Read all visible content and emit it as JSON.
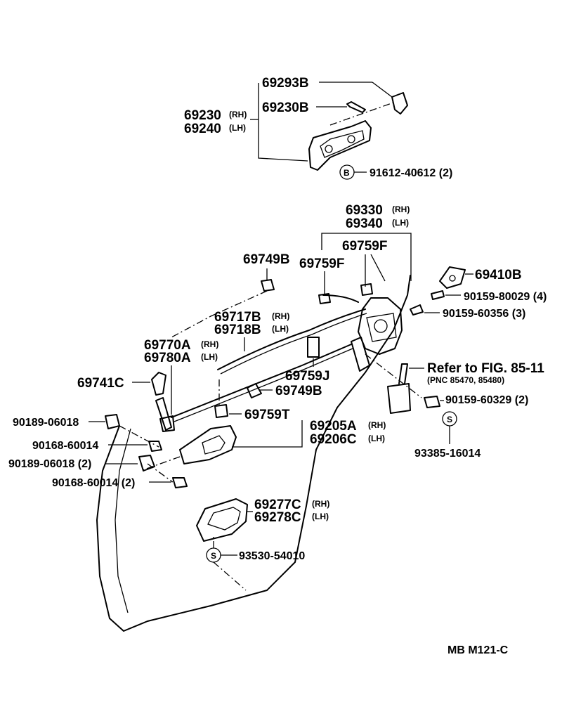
{
  "labels": {
    "p69293B": "69293B",
    "p69230B": "69230B",
    "p69230": "69230",
    "rh1": "(RH)",
    "p69240": "69240",
    "lh1": "(LH)",
    "b_circle": "B",
    "p91612": "91612-40612 (2)",
    "p69330": "69330",
    "rh2": "(RH)",
    "p69340": "69340",
    "lh2": "(LH)",
    "p69759F_a": "69759F",
    "p69749B_a": "69749B",
    "p69759F_b": "69759F",
    "p69410B": "69410B",
    "p90159_80029": "90159-80029 (4)",
    "p90159_60356": "90159-60356 (3)",
    "p69717B": "69717B",
    "rh3": "(RH)",
    "p69718B": "69718B",
    "lh3": "(LH)",
    "p69770A": "69770A",
    "rh4": "(RH)",
    "p69780A": "69780A",
    "lh4": "(LH)",
    "p69741C": "69741C",
    "p69759J": "69759J",
    "refer": "Refer to FIG. 85-11",
    "pnc": "(PNC 85470, 85480)",
    "p69749B_b": "69749B",
    "p90159_60329": "90159-60329 (2)",
    "p90189_a": "90189-06018",
    "p69759T": "69759T",
    "p69205A": "69205A",
    "rh5": "(RH)",
    "p69206C": "69206C",
    "lh5": "(LH)",
    "s_circle_a": "S",
    "p93385": "93385-16014",
    "p90168_a": "90168-60014",
    "p90189_b": "90189-06018 (2)",
    "p90168_b": "90168-60014 (2)",
    "p69277C": "69277C",
    "rh6": "(RH)",
    "p69278C": "69278C",
    "lh6": "(LH)",
    "s_circle_b": "S",
    "p93530": "93530-54010",
    "footer": "MB  M121-C"
  }
}
